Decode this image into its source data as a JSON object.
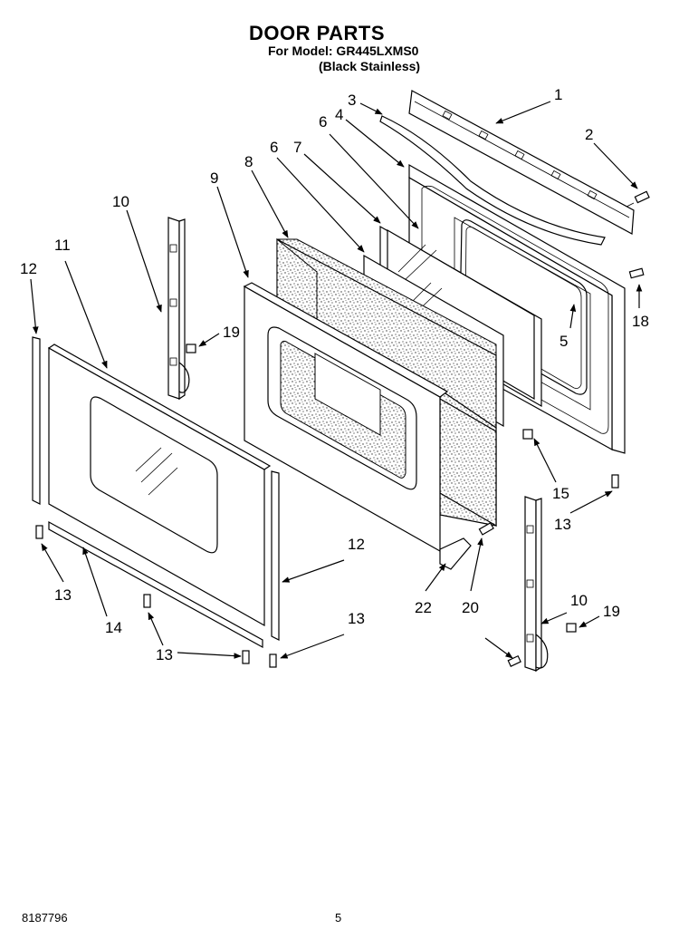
{
  "header": {
    "title": "DOOR PARTS",
    "model": "For Model: GR445LXMS0",
    "variant": "(Black Stainless)"
  },
  "footer": {
    "doc_number": "8187796",
    "page_number": "5"
  },
  "callouts": [
    {
      "id": "c1",
      "label": "1"
    },
    {
      "id": "c2",
      "label": "2"
    },
    {
      "id": "c3",
      "label": "3"
    },
    {
      "id": "c4",
      "label": "4"
    },
    {
      "id": "c5",
      "label": "5"
    },
    {
      "id": "c6a",
      "label": "6"
    },
    {
      "id": "c6b",
      "label": "6"
    },
    {
      "id": "c7",
      "label": "7"
    },
    {
      "id": "c8",
      "label": "8"
    },
    {
      "id": "c9",
      "label": "9"
    },
    {
      "id": "c10a",
      "label": "10"
    },
    {
      "id": "c10b",
      "label": "10"
    },
    {
      "id": "c11",
      "label": "11"
    },
    {
      "id": "c12a",
      "label": "12"
    },
    {
      "id": "c12b",
      "label": "12"
    },
    {
      "id": "c13a",
      "label": "13"
    },
    {
      "id": "c13b",
      "label": "13"
    },
    {
      "id": "c13c",
      "label": "13"
    },
    {
      "id": "c13d",
      "label": "13"
    },
    {
      "id": "c14",
      "label": "14"
    },
    {
      "id": "c15",
      "label": "15"
    },
    {
      "id": "c18",
      "label": "18"
    },
    {
      "id": "c19a",
      "label": "19"
    },
    {
      "id": "c19b",
      "label": "19"
    },
    {
      "id": "c20",
      "label": "20"
    },
    {
      "id": "c22",
      "label": "22"
    }
  ]
}
